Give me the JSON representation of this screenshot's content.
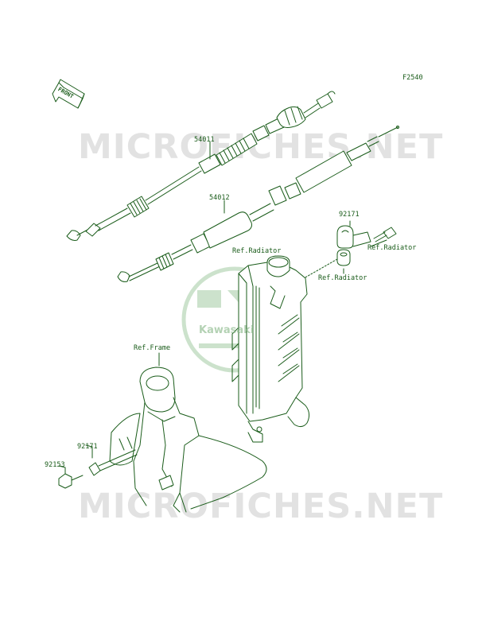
{
  "figure_code": "F2540",
  "front_arrow_label": "FRONT",
  "watermark": "MICROFICHES.NET",
  "logo_text": "Kawasaki",
  "labels": {
    "part_54011": "54011",
    "part_54012": "54012",
    "part_92171_top": "92171",
    "ref_radiator_1": "Ref.Radiator",
    "ref_radiator_2": "Ref.Radiator",
    "ref_radiator_3": "Ref.Radiator",
    "ref_frame": "Ref.Frame",
    "part_92171_bottom": "92171",
    "part_92153": "92153"
  },
  "colors": {
    "line": "#1a5c1a",
    "watermark": "#bebebe",
    "logo": "#8fbf8f"
  }
}
